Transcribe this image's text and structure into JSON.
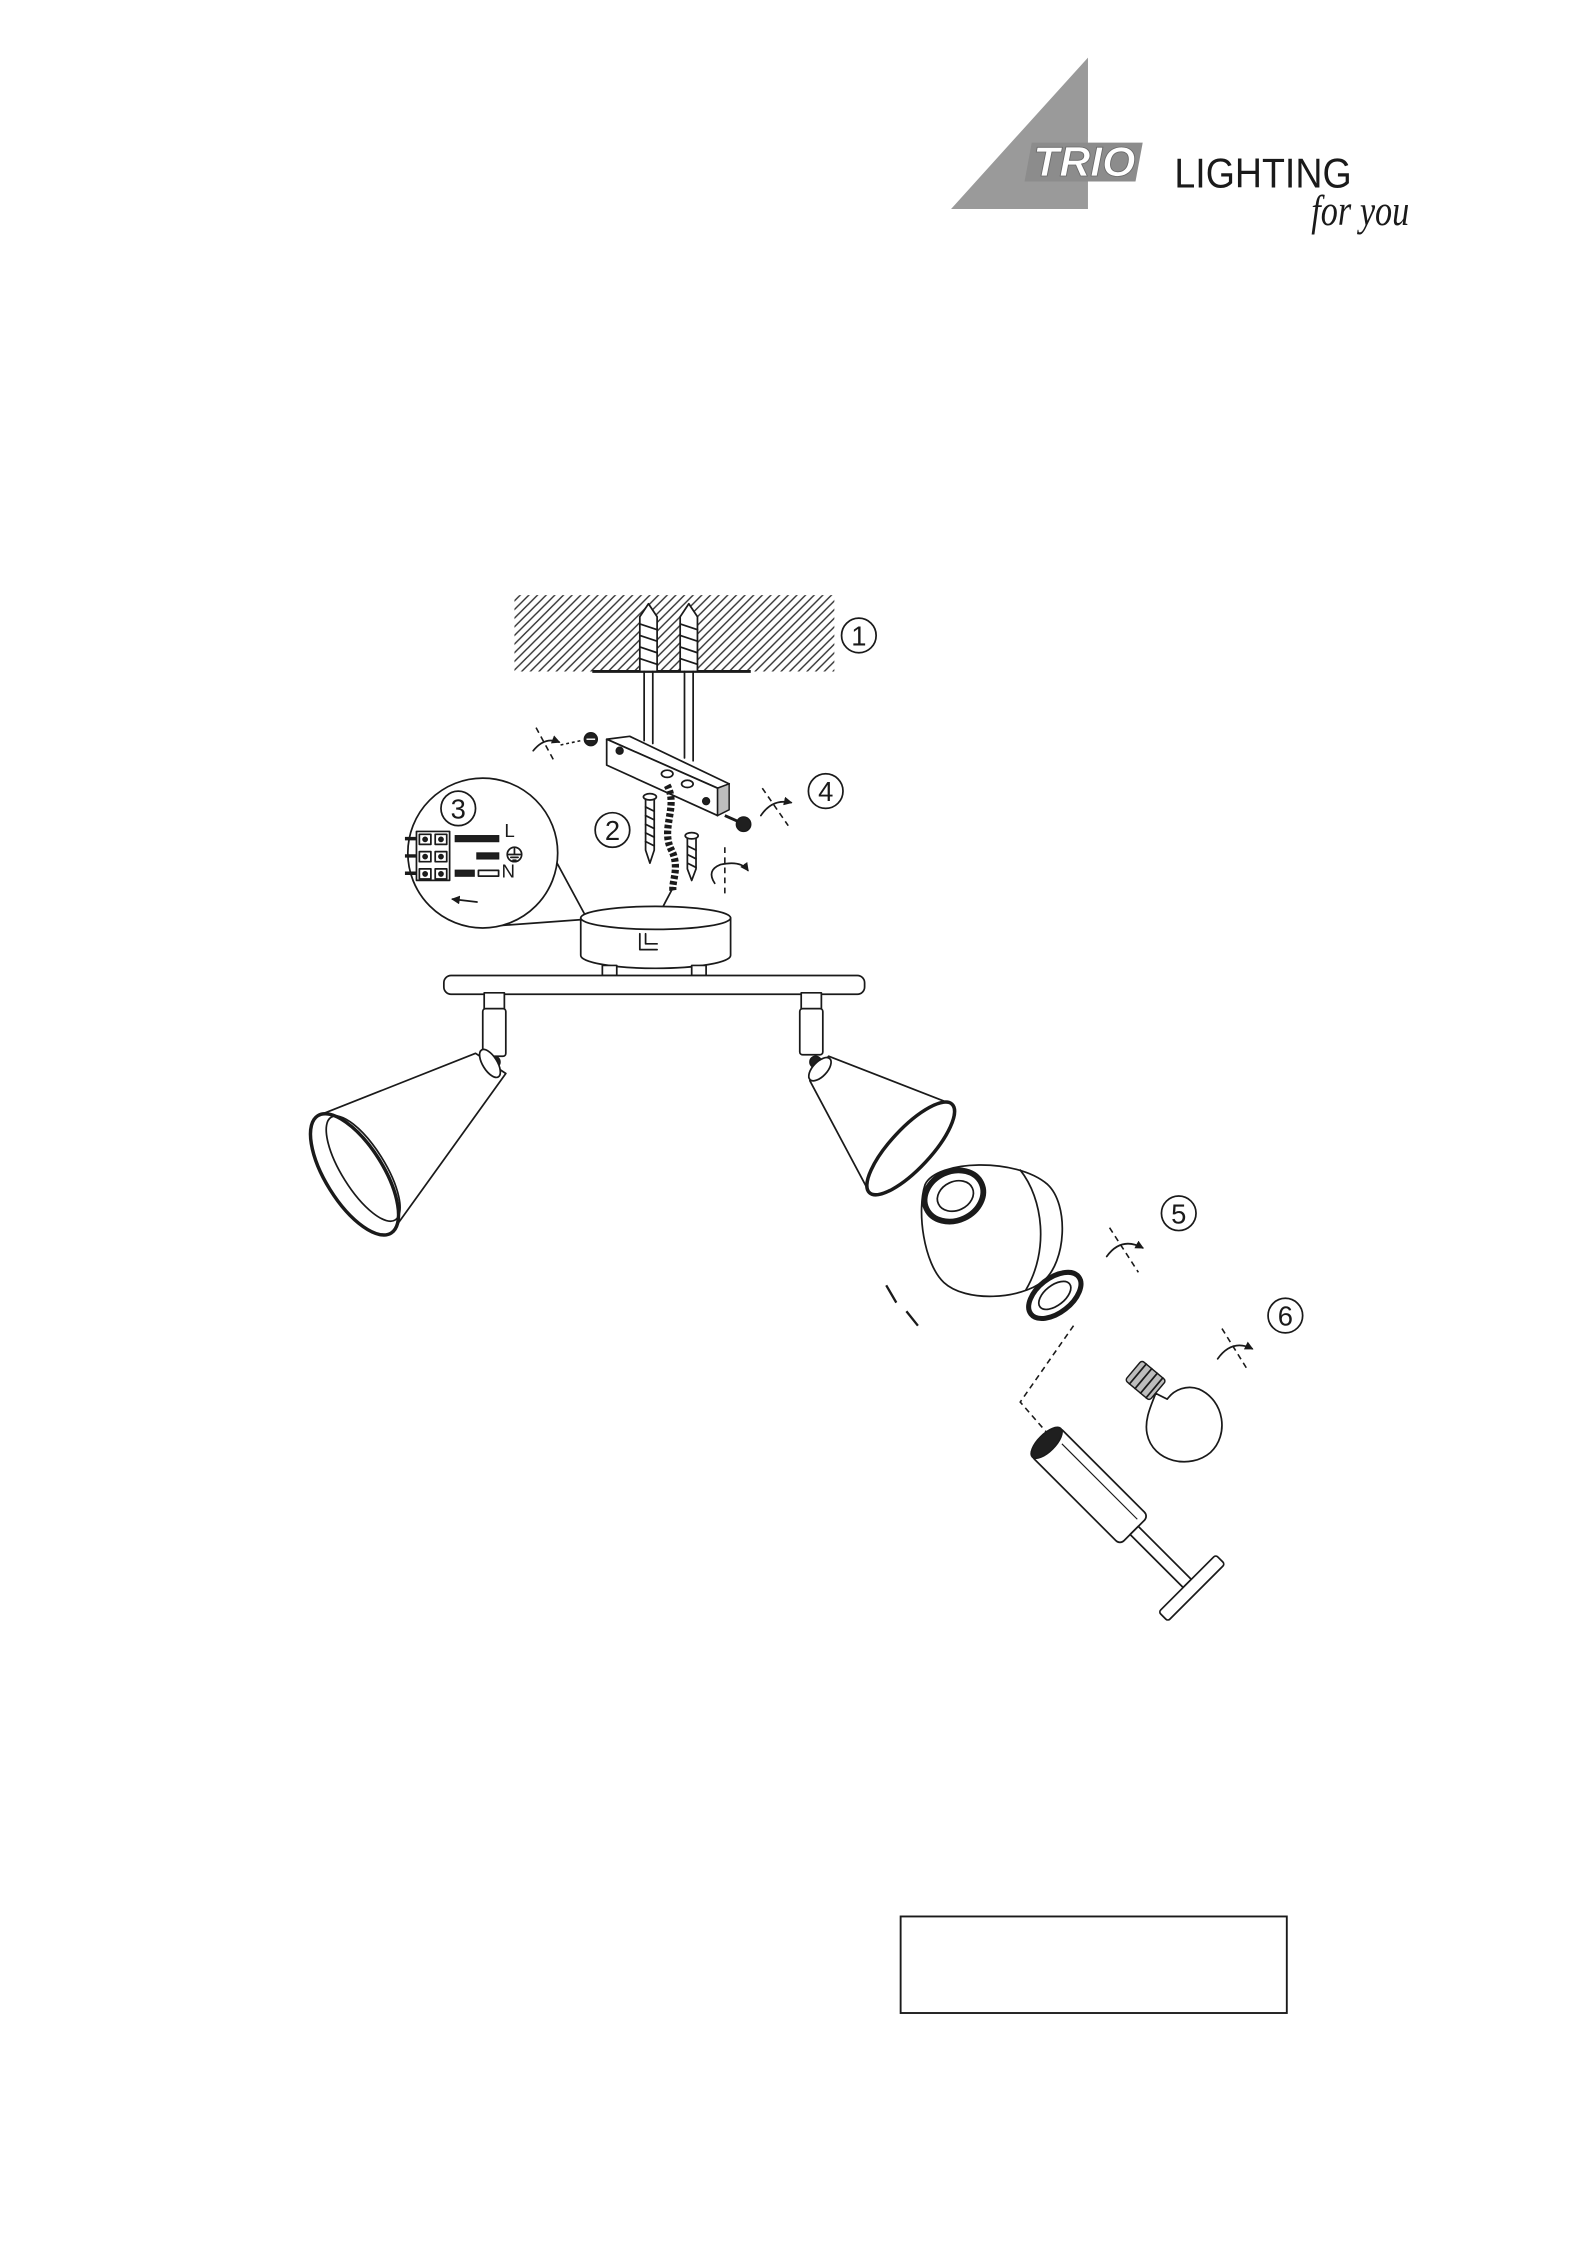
{
  "logo": {
    "brand": "TRIO",
    "wordmark": "LIGHTING",
    "slogan": "for you"
  },
  "diagram": {
    "callouts": [
      "1",
      "2",
      "3",
      "4",
      "5",
      "6"
    ],
    "wiring_labels": {
      "live": "L",
      "neutral": "N"
    }
  },
  "icons": {
    "rotate": "rotate-icon",
    "earth": "earth-ground-icon"
  },
  "colors": {
    "logo_gray": "#9a9a9a",
    "logo_band": "#8c8c8c",
    "line": "#1a1a1a",
    "background": "#ffffff"
  }
}
